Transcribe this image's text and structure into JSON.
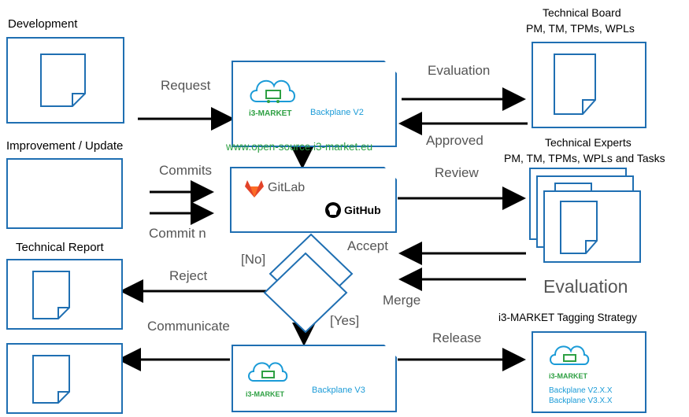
{
  "labels": {
    "development": "Development",
    "improvement": "Improvement / Update",
    "technical_report": "Technical Report",
    "tb_title_1": "Technical Board",
    "tb_title_2": "PM, TM, TPMs, WPLs",
    "te_title_1": "Technical Experts",
    "te_title_2": "PM, TM, TPMs, WPLs and Tasks",
    "tagging": "i3-MARKET Tagging Strategy",
    "request": "Request",
    "evaluation_top": "Evaluation",
    "approved": "Approved",
    "url": "www.open-source.i3-market.eu",
    "commits": "Commits",
    "commit_n": "Commit n",
    "review": "Review",
    "accept": "Accept",
    "merge": "Merge",
    "evaluation_big": "Evaluation",
    "no": "[No]",
    "yes": "[Yes]",
    "reject": "Reject",
    "communicate": "Communicate",
    "release": "Release"
  },
  "logos": {
    "i3_market": "i3-MARKET",
    "backplane_v2": "Backplane V2",
    "backplane_v3": "Backplane V3",
    "backplane_v2xx": "Backplane V2.X.X",
    "backplane_v3xx": "Backplane V3.X.X",
    "gitlab": "GitLab",
    "github": "GitHub"
  },
  "colors": {
    "box_border": "#1f6fb2",
    "url_green": "#2ea043",
    "brand_blue": "#1b9bd7",
    "gitlab_orange": "#e24329"
  }
}
